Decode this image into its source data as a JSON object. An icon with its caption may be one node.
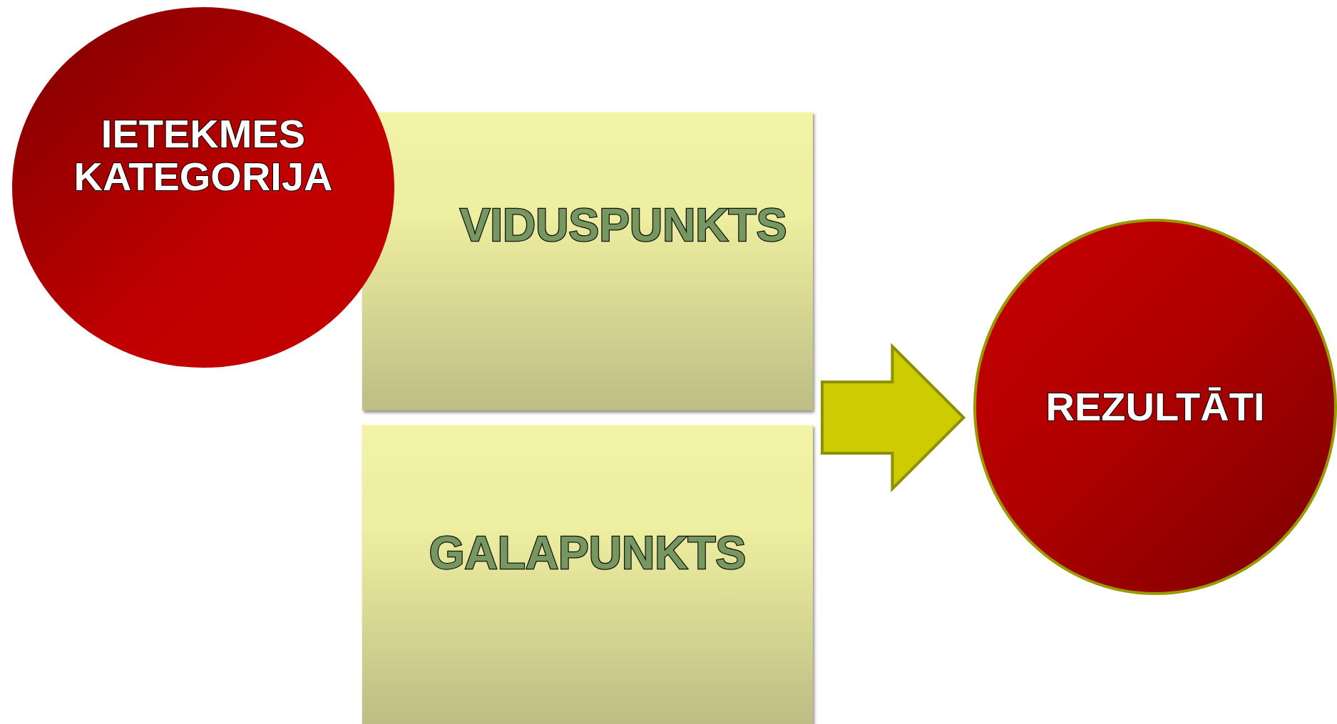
{
  "diagram": {
    "nodes": [
      {
        "text": [
          "IETEKMES KATEGORIJA"
        ]
      },
      {
        "text": [
          "VIDUSPUNKTS"
        ]
      },
      {
        "text": [
          "GALAPUNKTS"
        ]
      },
      {
        "text": [
          "REZULTĀTI"
        ]
      }
    ],
    "edges": [
      {
        "from": 1,
        "to": 3,
        "arrow": "to",
        "style": "thick"
      },
      {
        "from": 2,
        "to": 3,
        "arrow": "to",
        "style": "thick"
      }
    ]
  }
}
